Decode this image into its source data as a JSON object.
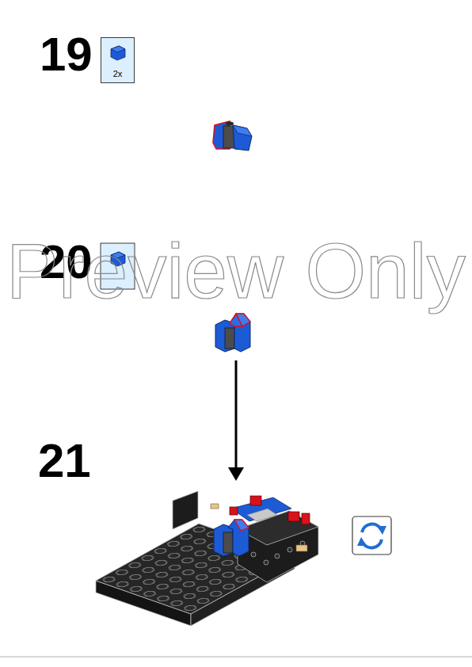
{
  "diagram": {
    "nodes": [
      {
        "text": [
          "2x"
        ]
      }
    ],
    "labels": [
      "19",
      "20",
      "21",
      "Preview Only"
    ]
  }
}
